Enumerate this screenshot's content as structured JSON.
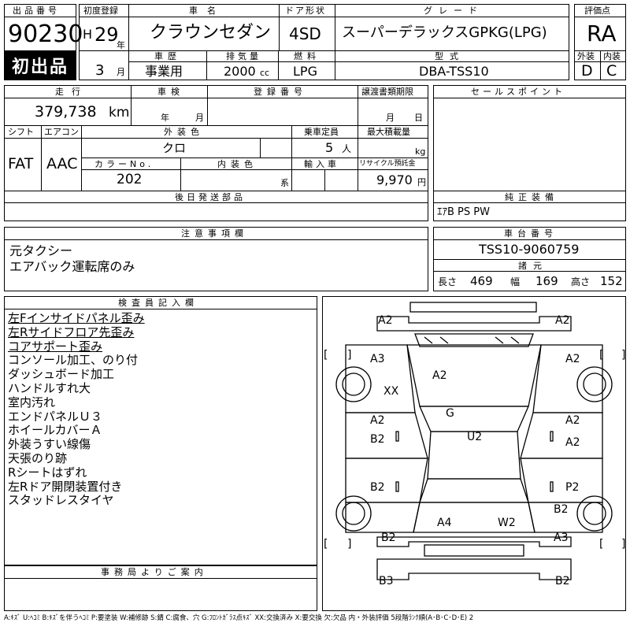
{
  "header": {
    "lot_label": "出品番号",
    "lot_no": "90230",
    "first_reg_label": "初度登録",
    "era": "H",
    "year": "29",
    "year_unit": "年",
    "month": "3",
    "month_unit": "月",
    "car_name_label": "車名",
    "car_name": "クラウンセダン",
    "door_label": "ドア形状",
    "door": "4SD",
    "grade_label": "グレード",
    "grade": "スーパーデラックスGPKG(LPG)",
    "score_label": "評価点",
    "score": "RA",
    "badge": "初出品",
    "history_label": "車歴",
    "history": "事業用",
    "displacement_label": "排気量",
    "displacement": "2000",
    "displacement_unit": "cc",
    "fuel_label": "燃料",
    "fuel": "LPG",
    "model_label": "型式",
    "model": "DBA-TSS10",
    "ext_label": "外装",
    "ext_score": "D",
    "int_label": "内装",
    "int_score": "C"
  },
  "row2": {
    "mileage_label": "走行",
    "mileage": "379,738",
    "mileage_unit": "km",
    "inspection_label": "車検",
    "insp_year_unit": "年",
    "insp_month_unit": "月",
    "reg_no_label": "登録番号",
    "transfer_label": "譲渡書類期限",
    "transfer_month_unit": "月",
    "transfer_day_unit": "日",
    "sales_label": "セールスポイント",
    "shift_label": "シフト",
    "shift": "FAT",
    "ac_label": "エアコン",
    "ac": "AAC",
    "exterior_color_label": "外装色",
    "exterior_color": "クロ",
    "capacity_label": "乗車定員",
    "capacity": "5",
    "capacity_unit": "人",
    "max_load_label": "最大積載量",
    "max_load_unit": "kg",
    "color_no_label": "カラーNo.",
    "color_no": "202",
    "interior_color_label": "内装色",
    "interior_color_unit": "系",
    "import_label": "輸入車",
    "recycle_label": "リサイクル預託金",
    "recycle": "9,970",
    "recycle_unit": "円",
    "later_parts_label": "後日発送部品",
    "equipment_label": "純正装備",
    "equipment": "ｴｱB PS PW"
  },
  "notes": {
    "caution_label": "注意事項欄",
    "caution_lines": [
      "元タクシー",
      "エアバック運転席のみ"
    ],
    "chassis_label": "車台番号",
    "chassis_no": "TSS10-9060759",
    "specs_label": "諸元",
    "length_label": "長さ",
    "length": "469",
    "width_label": "幅",
    "width": "169",
    "height_label": "高さ",
    "height": "152"
  },
  "inspector": {
    "label": "検査員記入欄",
    "lines": [
      "左Fインサイドパネル歪み",
      "左Rサイドフロア先歪み",
      "コアサポート歪み",
      "コンソール加工、のり付",
      "ダッシュボード加工",
      "ハンドルすれ大",
      "室内汚れ",
      "エンドパネルＵ３",
      "ホイールカバーＡ",
      "外装うすい線傷",
      "天張のり跡",
      "Rシートはずれ",
      "左Rドア開閉装置付き",
      "スタッドレスタイヤ"
    ],
    "underlined": [
      true,
      true,
      true,
      false,
      false,
      false,
      false,
      false,
      false,
      false,
      false,
      false,
      false,
      false
    ]
  },
  "office": {
    "label": "事務局よりご案内"
  },
  "diagram": {
    "bracket_l": "[",
    "bracket_r": "]",
    "marks": [
      "A2",
      "A2",
      "A3",
      "A2",
      "A2",
      "XX",
      "G",
      "A2",
      "A2",
      "U2",
      "B2",
      "A2",
      "B2",
      "P2",
      "B2",
      "A4",
      "W2",
      "B2",
      "A3",
      "B3",
      "B2"
    ]
  },
  "legend": "A:ｷｽﾞ U:ﾍｺﾐ B:ｷｽﾞを伴うﾍｺﾐ P:要塗装 W:補修跡 S:錆 C:腐食、穴 G:ﾌﾛﾝﾄｶﾞﾗｽ点ｷｽﾞ XX:交換済み X:要交換 欠:欠品 内・外装評価 5段階ﾗﾝｸ順(A･B･C･D･E) 2"
}
